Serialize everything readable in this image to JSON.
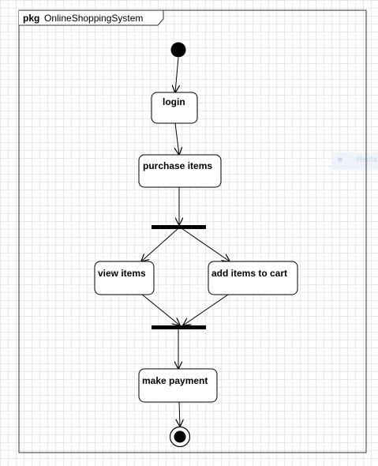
{
  "frame": {
    "keyword": "pkg",
    "name": "OnlineShoppingSystem"
  },
  "activities": {
    "login": "login",
    "purchase": "purchase items",
    "view": "view items",
    "add_to_cart": "add items to cart",
    "payment": "make payment"
  },
  "hint": {
    "label": "Recta"
  },
  "colors": {
    "line": "#000000",
    "grid": "#e9e9e9",
    "node_fill": "#ffffff"
  }
}
